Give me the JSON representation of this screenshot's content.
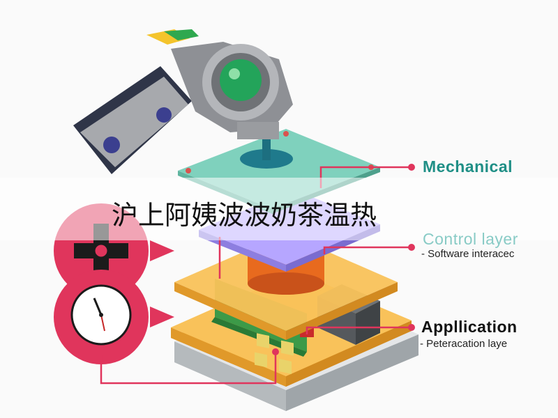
{
  "overlay_title": "沪上阿姨波波奶茶温热",
  "layers": [
    {
      "title": "Mechanical",
      "subtitle": ""
    },
    {
      "title": "Control layer",
      "subtitle": "- Software interacec"
    },
    {
      "title": "Appllication",
      "subtitle": "- Peteracation laye"
    }
  ],
  "colors": {
    "accent_red": "#e0355c",
    "teal": "#1f8f86",
    "plate_yellow": "#f6b23c",
    "pcb_green": "#3c9a48",
    "arm_grey": "#9a9ca0",
    "plate_teal": "#7fd1bd",
    "plate_purple": "#b6a6ff"
  },
  "icons": [
    "robot-arm-icon",
    "dpad-icon",
    "clock-icon",
    "circuit-board-icon",
    "chip-icon"
  ]
}
